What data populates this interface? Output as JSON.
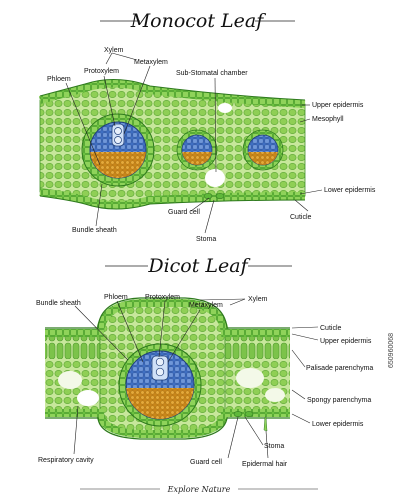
{
  "monocot": {
    "title": "Monocot Leaf",
    "labels": {
      "xylem": "Xylem",
      "protoxylem": "Protoxylem",
      "metaxylem": "Metaxylem",
      "phloem": "Phloem",
      "sub_stomatal": "Sub-Stomatal chamber",
      "upper_epidermis": "Upper epidermis",
      "mesophyll": "Mesophyll",
      "lower_epidermis": "Lower epidermis",
      "cuticle": "Cuticle",
      "guard_cell": "Guard cell",
      "stoma": "Stoma",
      "bundle_sheath": "Bundle sheath"
    }
  },
  "dicot": {
    "title": "Dicot Leaf",
    "labels": {
      "bundle_sheath": "Bundle sheath",
      "phloem": "Phloem",
      "protoxylem": "Protoxylem",
      "metaxylem": "Metaxylem",
      "xylem": "Xylem",
      "cuticle": "Cuticle",
      "upper_epidermis": "Upper epidermis",
      "palisade": "Palisade parenchyma",
      "spongy": "Spongy parenchyma",
      "lower_epidermis": "Lower epidermis",
      "stoma": "Stoma",
      "epidermal_hair": "Epidermal hair",
      "guard_cell": "Guard cell",
      "respiratory_cavity": "Respiratory cavity"
    }
  },
  "footer": "Explore Nature",
  "stock_id": "650960068",
  "colors": {
    "epidermis": "#5fb83a",
    "epidermis_dark": "#3e8f25",
    "mesophyll": "#b9e07c",
    "mesophyll_cell": "#8fcf55",
    "sheath": "#2e8f2a",
    "xylem": "#3f6fc2",
    "xylem_light": "#6f97d9",
    "phloem": "#d99a22",
    "phloem_dark": "#b8791a",
    "line": "#222222"
  }
}
